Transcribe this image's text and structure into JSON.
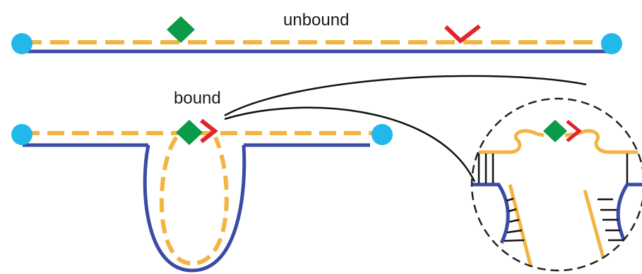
{
  "labels": {
    "unbound": "unbound",
    "bound": "bound"
  },
  "colors": {
    "background": "#ffffff",
    "backbone_strand": "#3b4aa5",
    "probe_strand": "#f3b441",
    "end_cap": "#22b8ea",
    "green_marker": "#0a9a48",
    "red_marker": "#e0262b",
    "callout_line": "#111111",
    "zoom_circle": "#222222",
    "base_pair_rungs": "#111111"
  },
  "icons": {
    "green_marker": "green-diamond-icon",
    "red_marker": "red-chevron-icon",
    "end_cap": "blue-circle-end-cap"
  }
}
